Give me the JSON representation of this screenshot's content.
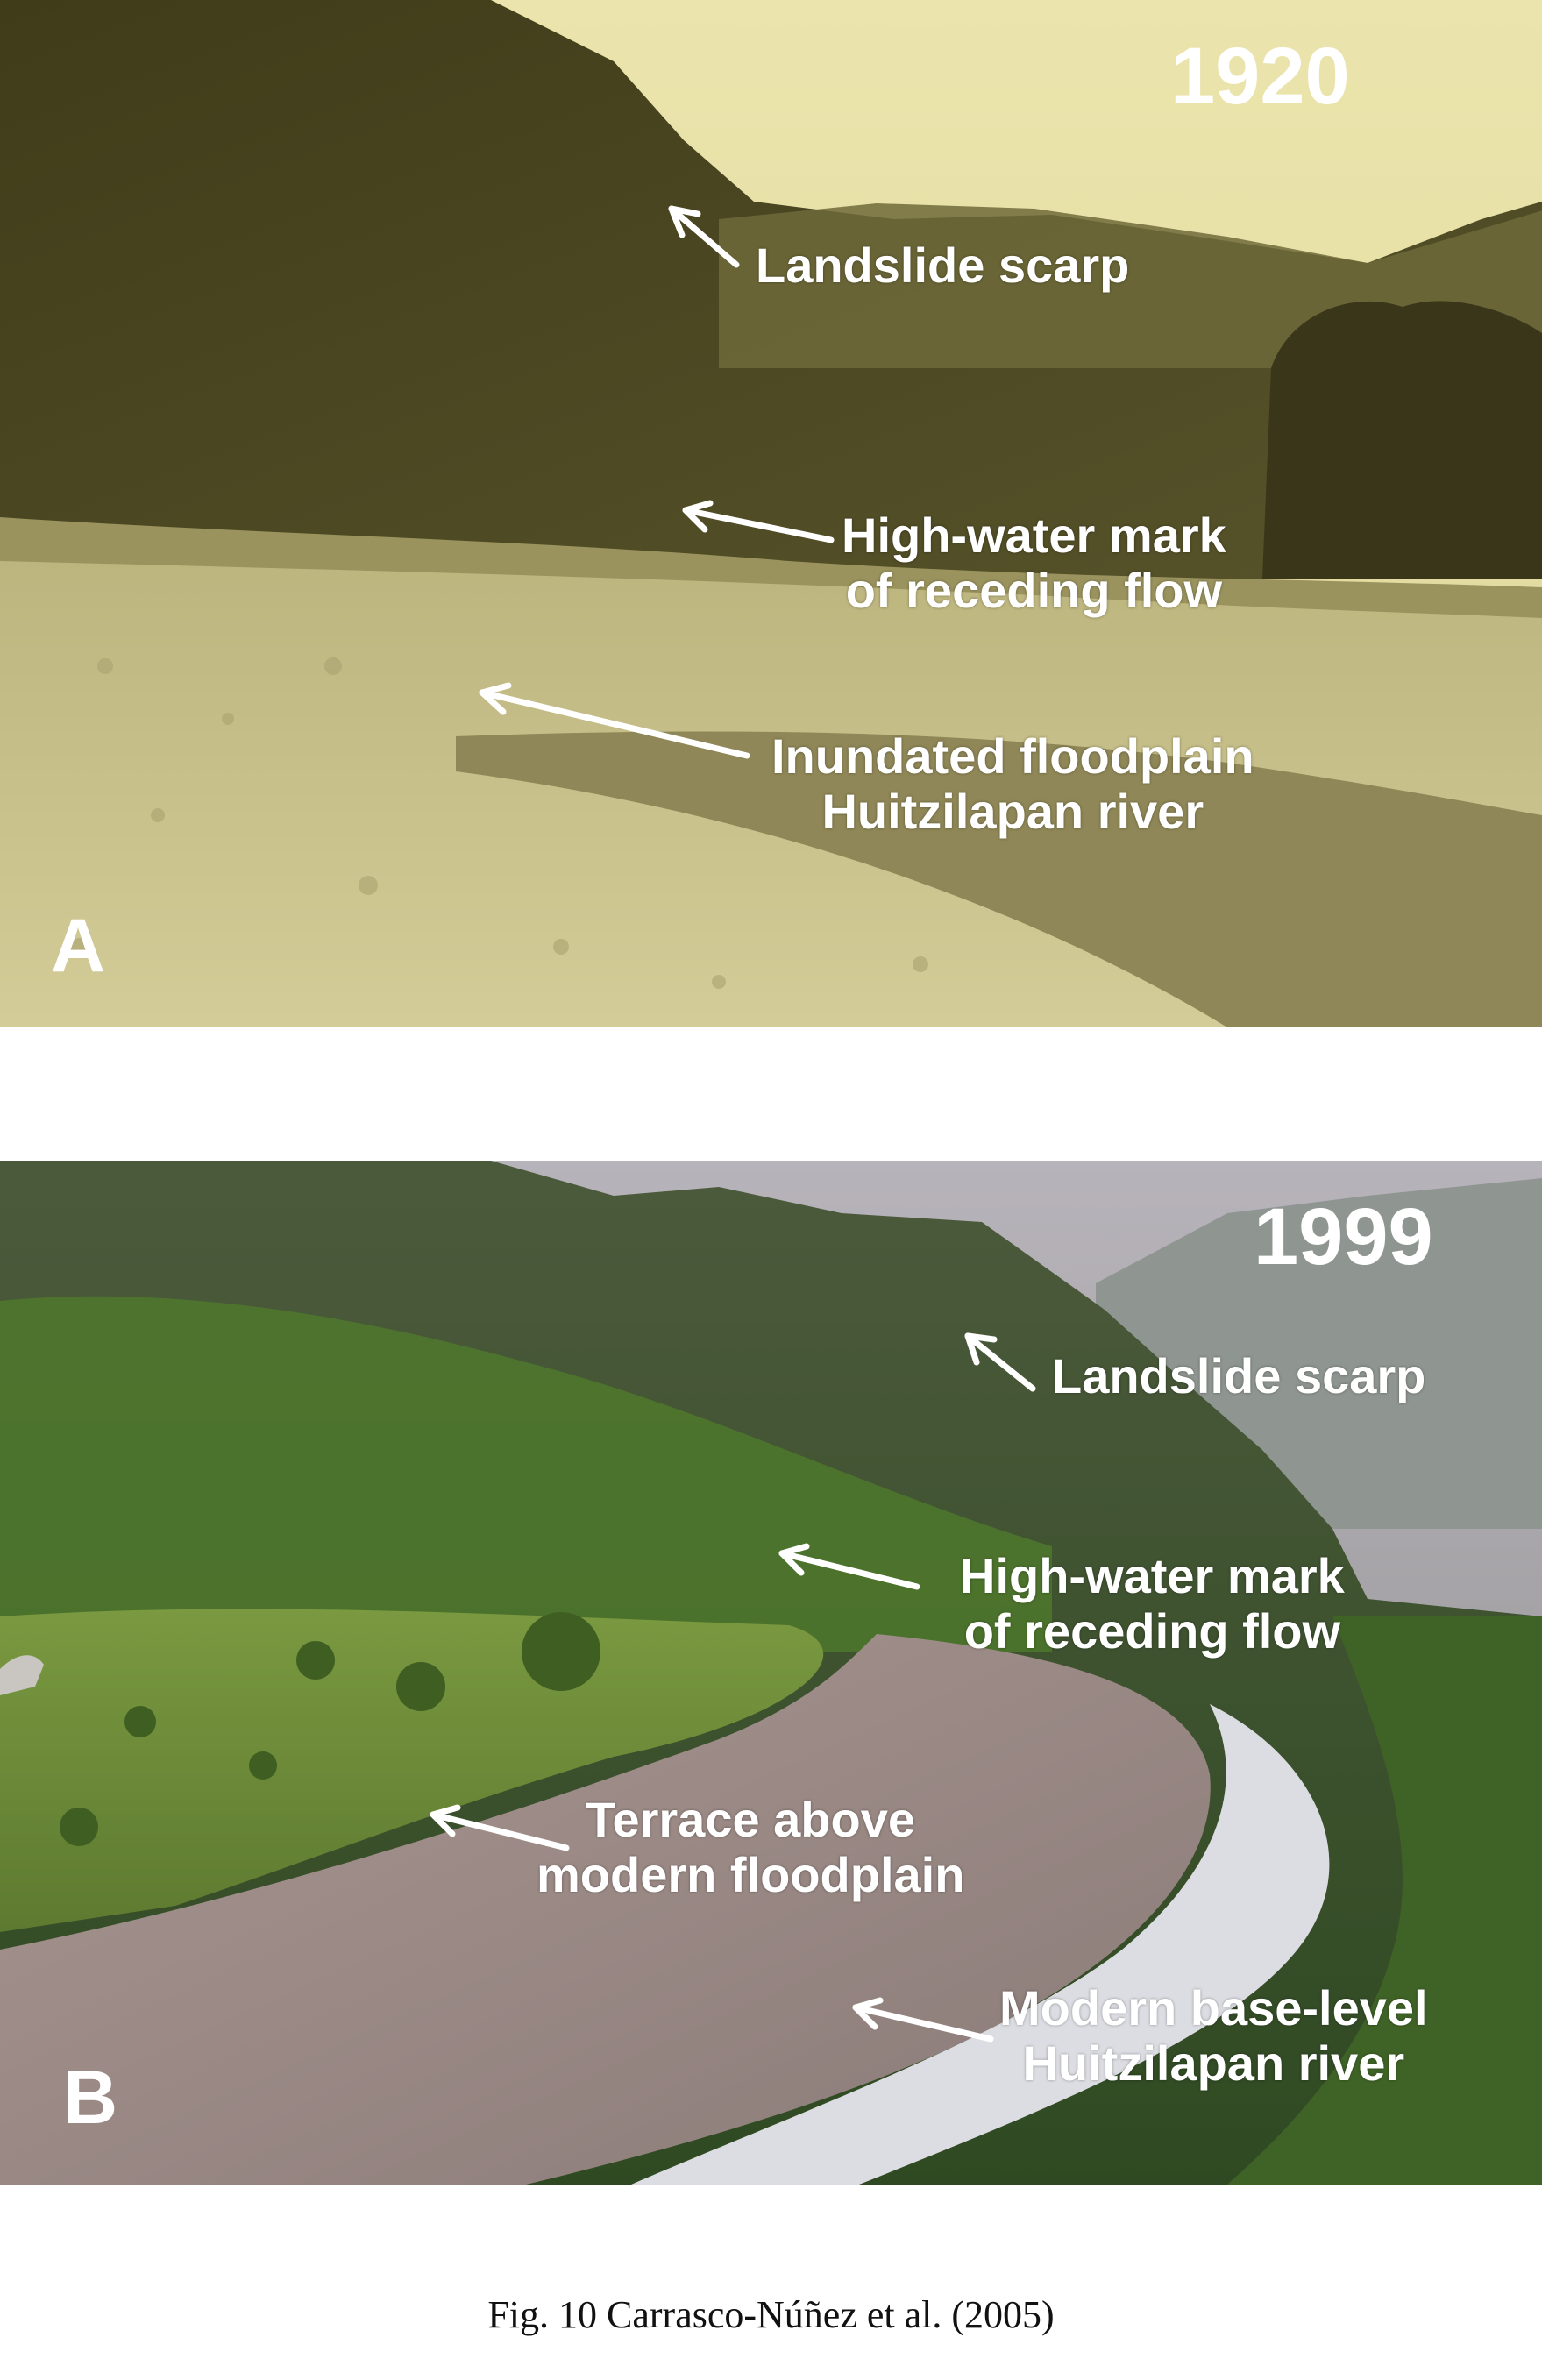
{
  "panel_a": {
    "year": "1920",
    "letter": "A",
    "labels": {
      "landslide": "Landslide scarp",
      "highwater_1": "High-water mark",
      "highwater_2": "of receding flow",
      "floodplain_1": "Inundated floodplain",
      "floodplain_2": "Huitzilapan river"
    },
    "colors": {
      "sky": "#e8e2a8",
      "hills": "#4e4a22",
      "floodplain": "#c8c18c"
    }
  },
  "panel_b": {
    "year": "1999",
    "letter": "B",
    "labels": {
      "landslide": "Landslide scarp",
      "highwater_1": "High-water mark",
      "highwater_2": "of receding flow",
      "terrace_1": "Terrace above",
      "terrace_2": "modern floodplain",
      "baselevel_1": "Modern base-level",
      "baselevel_2": "Huitzilapan river"
    },
    "colors": {
      "sky": "#a9a6b0",
      "hills": "#3c5a2c",
      "meadow": "#6e8c3a",
      "riverbed": "#9a8a86",
      "water": "#d8dae0"
    }
  },
  "caption": "Fig. 10 Carrasco-Núñez et al. (2005)"
}
